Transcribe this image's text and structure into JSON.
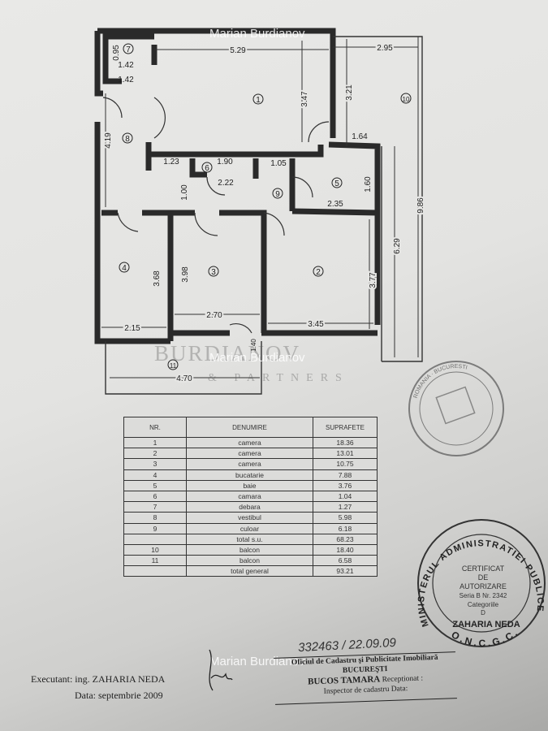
{
  "watermark": "Marian Burdianov",
  "logo": {
    "name": "BURDIANOV",
    "sub": "& PARTNERS"
  },
  "plan": {
    "rooms": [
      "1",
      "2",
      "3",
      "4",
      "5",
      "6",
      "7",
      "8",
      "9",
      "10",
      "11"
    ],
    "dimensions": {
      "d_0_95": "0.95",
      "d_1_42a": "1.42",
      "d_1_42b": "1.42",
      "d_5_29": "5.29",
      "d_2_95": "2.95",
      "d_3_47": "3.47",
      "d_3_21": "3.21",
      "d_1_64": "1.64",
      "d_4_19": "4.19",
      "d_1_23": "1.23",
      "d_1_90": "1.90",
      "d_1_05": "1.05",
      "d_2_22": "2.22",
      "d_1_60": "1.60",
      "d_2_35": "2.35",
      "d_1_00": "1.00",
      "d_9_86": "9.86",
      "d_6_29": "6.29",
      "d_3_68": "3.68",
      "d_3_98": "3.98",
      "d_3_77": "3.77",
      "d_2_70": "2.70",
      "d_3_45": "3.45",
      "d_2_15": "2.15",
      "d_1_40": "1.40",
      "d_4_70": "4.70"
    }
  },
  "table": {
    "headers": [
      "NR.",
      "DENUMIRE",
      "SUPRAFETE"
    ],
    "rows": [
      [
        "1",
        "camera",
        "18.36"
      ],
      [
        "2",
        "camera",
        "13.01"
      ],
      [
        "3",
        "camera",
        "10.75"
      ],
      [
        "4",
        "bucatarie",
        "7.88"
      ],
      [
        "5",
        "baie",
        "3.76"
      ],
      [
        "6",
        "camara",
        "1.04"
      ],
      [
        "7",
        "debara",
        "1.27"
      ],
      [
        "8",
        "vestibul",
        "5.98"
      ],
      [
        "9",
        "culoar",
        "6.18"
      ],
      [
        "",
        "total s.u.",
        "68.23"
      ],
      [
        "10",
        "balcon",
        "18.40"
      ],
      [
        "11",
        "balcon",
        "6.58"
      ],
      [
        "",
        "total general",
        "93.21"
      ]
    ]
  },
  "stamp_round": {
    "top": "MINISTERUL ADMINISTRATIEI PUBLICE",
    "bottom": "O.N.C.G.C.",
    "lines": [
      "CERTIFICAT",
      "DE",
      "AUTORIZARE",
      "Seria B Nr. 2342",
      "Categoriile",
      "D",
      "ZAHARIA NEDA"
    ]
  },
  "stamp_top": {
    "text": "ROMANIA · BUCURESTI"
  },
  "footer": {
    "executant": "Executant:  ing. ZAHARIA NEDA",
    "data": "Data: septembrie 2009",
    "handwritten": "332463 / 22.09.09",
    "office": "Oficiul de Cadastru şi Publicitate Imobiliară",
    "city": "BUCUREŞTI",
    "inspector_name": "BUCOS TAMARA",
    "receptionat": "Receptionat :",
    "inspector": "Inspector de cadastru",
    "data2": "Data:"
  }
}
